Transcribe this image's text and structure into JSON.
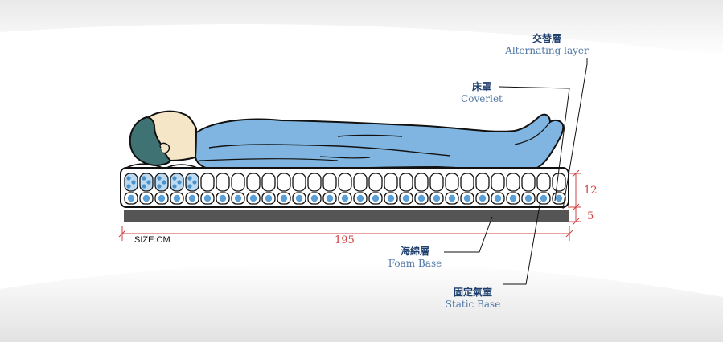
{
  "labels": {
    "alternating": {
      "zh": "交替層",
      "en": "Alternating layer"
    },
    "coverlet": {
      "zh": "床罩",
      "en": "Coverlet"
    },
    "foam": {
      "zh": "海綿層",
      "en": "Foam Base"
    },
    "static": {
      "zh": "固定氣室",
      "en": "Static Base"
    }
  },
  "dimensions": {
    "size_label": "SIZE:CM",
    "length": "195",
    "top_height": "12",
    "base_height": "5"
  },
  "colors": {
    "body_blue": "#7fb5e0",
    "outline": "#111111",
    "hair": "#3f7272",
    "skin": "#f5e6c7",
    "foam": "#555555",
    "dimension": "#d04040",
    "label_zh": "#1f3f6e",
    "label_en": "#5077a6"
  },
  "cells": {
    "count": 29,
    "bubble_filled_count": 5
  }
}
